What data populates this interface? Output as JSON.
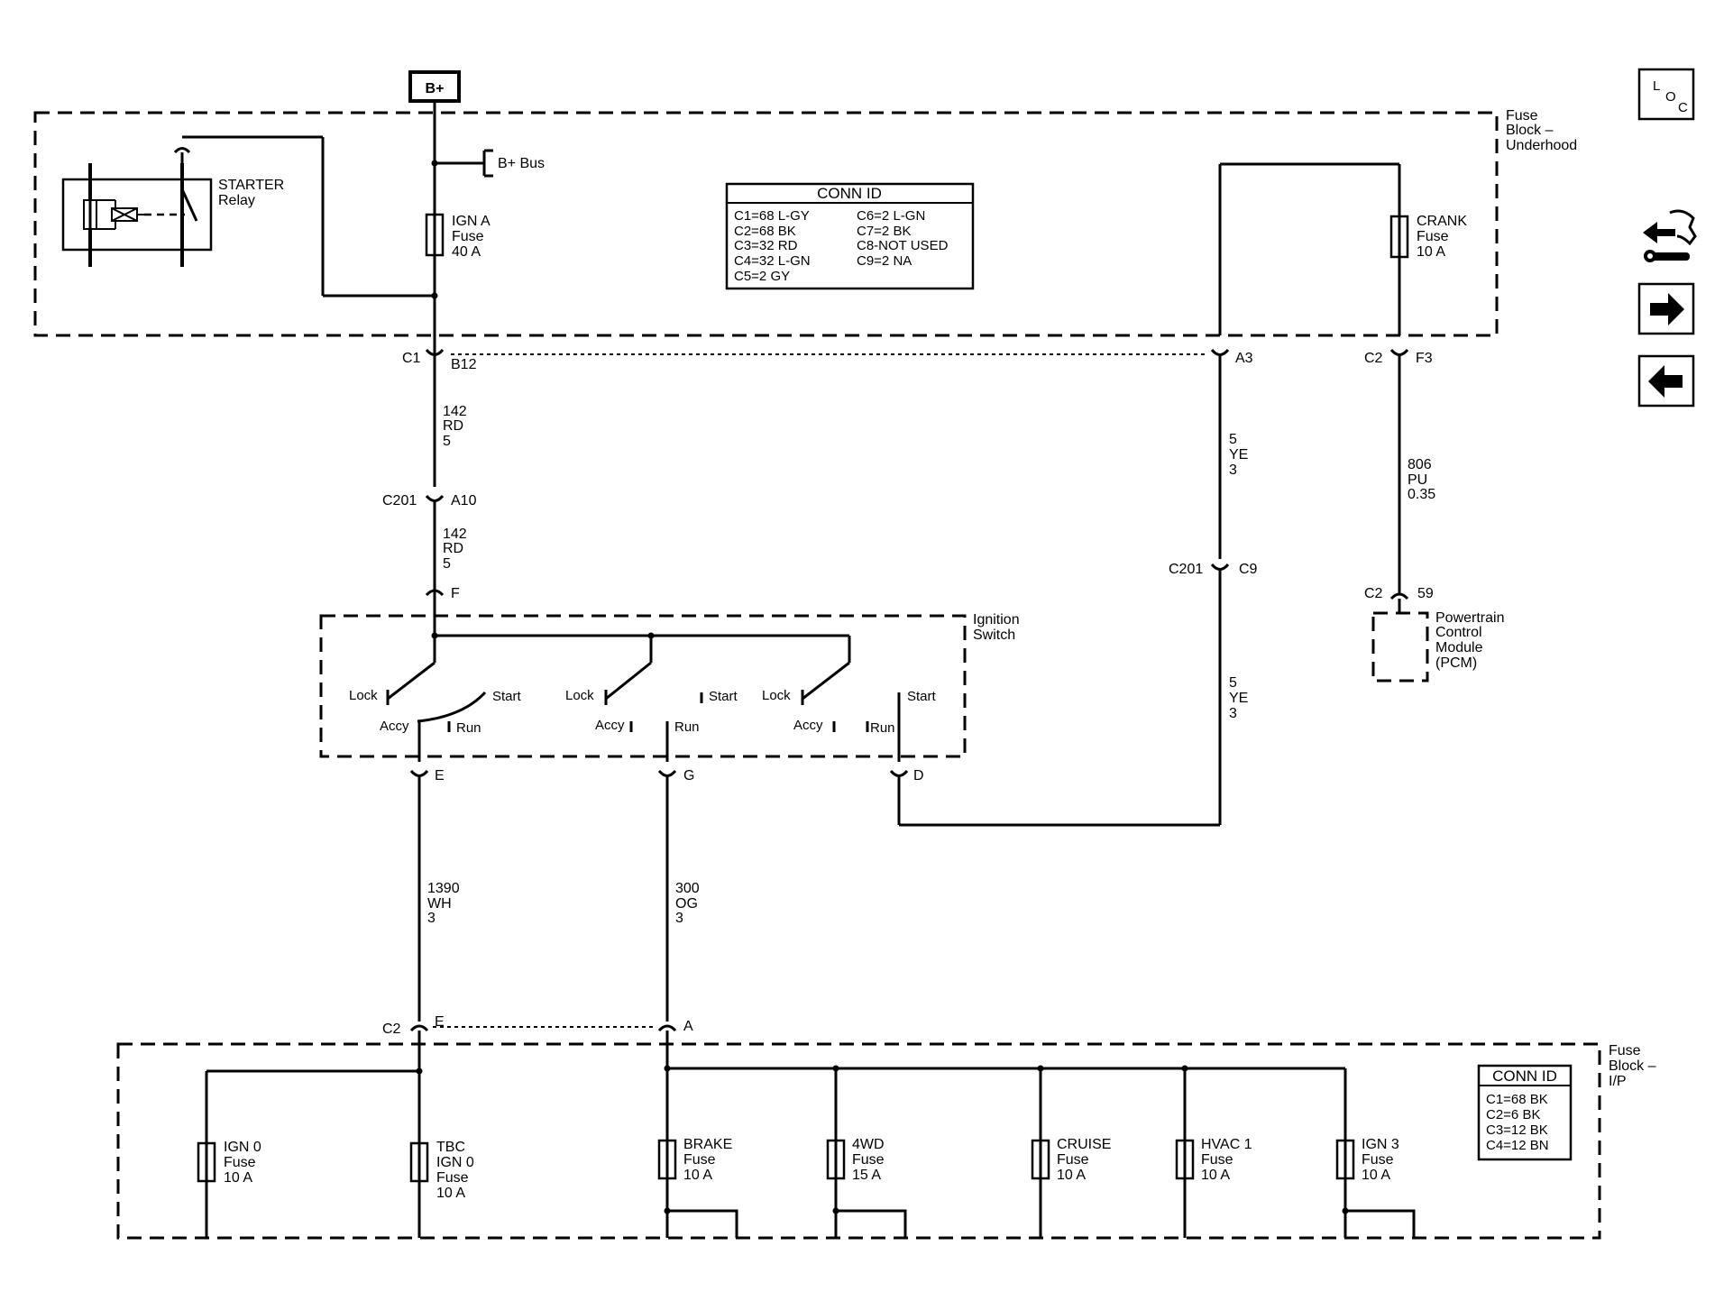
{
  "power": {
    "bplus": "B+",
    "bus": "B+ Bus"
  },
  "fuse_block_underhood": {
    "line1": "Fuse",
    "line2": "Block –",
    "line3": "Underhood"
  },
  "fuse_block_ip": {
    "line1": "Fuse",
    "line2": "Block –",
    "line3": "I/P"
  },
  "starter_relay": {
    "line1": "STARTER",
    "line2": "Relay"
  },
  "ign_a_fuse": {
    "line1": "IGN A",
    "line2": "Fuse",
    "line3": "40 A"
  },
  "crank_fuse": {
    "line1": "CRANK",
    "line2": "Fuse",
    "line3": "10 A"
  },
  "conn_id_top": {
    "title": "CONN ID",
    "left": [
      "C1=68 L-GY",
      "C2=68 BK",
      "C3=32 RD",
      "C4=32 L-GN",
      "C5=2 GY"
    ],
    "right": [
      "C6=2 L-GN",
      "C7=2 BK",
      "C8-NOT USED",
      "C9=2 NA"
    ]
  },
  "conn_id_bottom": {
    "title": "CONN ID",
    "lines": [
      "C1=68 BK",
      "C2=6 BK",
      "C3=12 BK",
      "C4=12 BN"
    ]
  },
  "connectors": {
    "c1": "C1",
    "b12": "B12",
    "a3": "A3",
    "c2_top": "C2",
    "f3": "F3",
    "c201_a": "C201",
    "a10": "A10",
    "c201_b": "C201",
    "c9": "C9",
    "c2_pcm": "C2",
    "pin59": "59",
    "f": "F",
    "e": "E",
    "g": "G",
    "d": "D",
    "c2_bottom": "C2",
    "e_bottom": "E",
    "a_bottom": "A"
  },
  "wires": {
    "w142_1": [
      "142",
      "RD",
      "5"
    ],
    "w142_2": [
      "142",
      "RD",
      "5"
    ],
    "w5_1": [
      "5",
      "YE",
      "3"
    ],
    "w5_2": [
      "5",
      "YE",
      "3"
    ],
    "w806": [
      "806",
      "PU",
      "0.35"
    ],
    "w1390": [
      "1390",
      "WH",
      "3"
    ],
    "w300": [
      "300",
      "OG",
      "3"
    ]
  },
  "ignition_switch": {
    "name1": "Ignition",
    "name2": "Switch",
    "sw1": {
      "lock": "Lock",
      "start": "Start",
      "accy": "Accy",
      "run": "Run"
    },
    "sw2": {
      "lock": "Lock",
      "start": "Start",
      "accy": "Accy",
      "run": "Run"
    },
    "sw3": {
      "lock": "Lock",
      "start": "Start",
      "accy": "Accy",
      "run": "Run"
    }
  },
  "pcm": {
    "line1": "Powertrain",
    "line2": "Control",
    "line3": "Module",
    "line4": "(PCM)"
  },
  "ip_fuses": [
    {
      "lines": [
        "IGN 0",
        "Fuse",
        "10 A"
      ]
    },
    {
      "lines": [
        "TBC",
        "IGN 0",
        "Fuse",
        "10 A"
      ]
    },
    {
      "lines": [
        "BRAKE",
        "Fuse",
        "10 A"
      ]
    },
    {
      "lines": [
        "4WD",
        "Fuse",
        "15 A"
      ]
    },
    {
      "lines": [
        "CRUISE",
        "Fuse",
        "10 A"
      ]
    },
    {
      "lines": [
        "HVAC 1",
        "Fuse",
        "10 A"
      ]
    },
    {
      "lines": [
        "IGN 3",
        "Fuse",
        "10 A"
      ]
    }
  ],
  "nav": {
    "loc_l": "L",
    "loc_o": "O",
    "loc_c": "C"
  },
  "icons": {
    "loc": "location-icon",
    "service": "service-wrench-icon",
    "next": "arrow-right-icon",
    "prev": "arrow-left-icon"
  }
}
